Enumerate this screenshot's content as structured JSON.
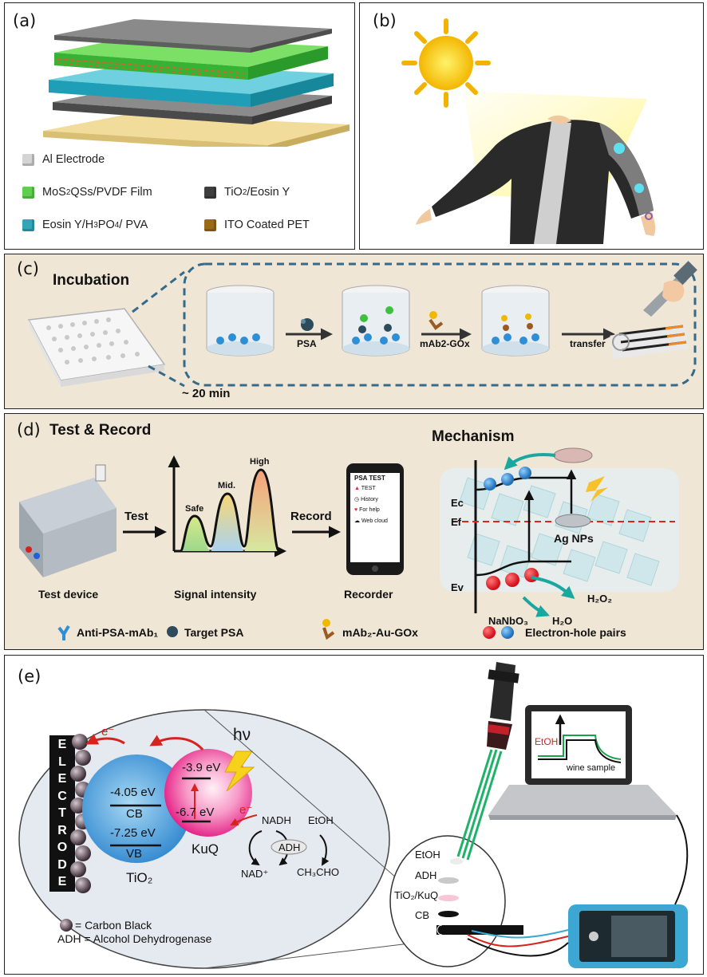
{
  "panels": {
    "a": {
      "label": "(a)"
    },
    "b": {
      "label": "(b)"
    },
    "c": {
      "label": "(c)"
    },
    "d": {
      "label": "(d)"
    },
    "e": {
      "label": "(e)"
    }
  },
  "panel_a": {
    "legend": [
      {
        "pre": "Al Electrode",
        "sub": "",
        "post": "",
        "sub2": "",
        "post2": "",
        "sub3": "",
        "post3": "",
        "color": "#d4d4d4"
      },
      {
        "pre": "MoS",
        "sub": "2",
        "post": " QSs/PVDF Film",
        "sub2": "",
        "post2": "",
        "sub3": "",
        "post3": "",
        "color": "#5fd04c"
      },
      {
        "pre": "TiO",
        "sub": "2",
        "post": "/Eosin Y",
        "sub2": "",
        "post2": "",
        "sub3": "",
        "post3": "",
        "color": "#3e3e3e"
      },
      {
        "pre": "Eosin Y/H",
        "sub": "3",
        "post": "PO",
        "sub2": "4",
        "post2": "/ PVA",
        "sub3": "",
        "post3": "",
        "color": "#2fa7b8"
      },
      {
        "pre": "ITO Coated PET",
        "sub": "",
        "post": "",
        "sub2": "",
        "post2": "",
        "sub3": "",
        "post3": "",
        "color": "#9a6a14"
      }
    ]
  },
  "panel_c": {
    "title": "Incubation",
    "time": "~ 20 min",
    "steps": [
      "PSA",
      "mAb2-GOx",
      "transfer"
    ]
  },
  "panel_d": {
    "title": "Test & Record",
    "mechanism_title": "Mechanism",
    "test_arrow": "Test",
    "record_arrow": "Record",
    "device_label": "Test device",
    "signal_label": "Signal intensity",
    "recorder_label": "Recorder",
    "peaks": [
      "Safe",
      "Mid.",
      "High"
    ],
    "phone": {
      "title": "PSA TEST",
      "items": [
        "TEST",
        "History",
        "For help",
        "Web cloud"
      ]
    },
    "mech": {
      "ec": "Ec",
      "ef": "Ef",
      "ev": "Ev",
      "ag": "Ag NPs",
      "h2o2": "H₂O₂",
      "h2o": "H₂O",
      "material": "NaNbO₃"
    },
    "legend": [
      "Anti-PSA-mAb₁",
      "Target PSA",
      "mAb₂-Au-GOx",
      "Electron-hole pairs"
    ]
  },
  "panel_e": {
    "electrode": [
      "E",
      "L",
      "E",
      "C",
      "T",
      "R",
      "O",
      "D",
      "E"
    ],
    "tio2_cb": "-4.05 eV",
    "cb": "CB",
    "tio2_vb": "-7.25 eV",
    "vb": "VB",
    "tio2": "TiO₂",
    "kuq_top": "-3.9 eV",
    "kuq_bottom": "-6.7 eV",
    "kuq": "KuQ",
    "hv": "hν",
    "electron": "e⁻",
    "nadh": "NADH",
    "nad": "NAD⁺",
    "adh": "ADH",
    "etoh": "EtOH",
    "ch3cho": "CH₃CHO",
    "legend_cb": "= Carbon Black",
    "legend_adh": "ADH = Alcohol Dehydrogenase",
    "layers": [
      "EtOH",
      "ADH",
      "TiO₂/KuQ",
      "CB"
    ],
    "screen_etoh": "EtOH",
    "screen_caption": "wine sample"
  },
  "colors": {
    "tan_bg": "#efe6d6",
    "tio2_blue": "#3f9ad8",
    "kuq_pink": "#ee3f9d",
    "arrow_red": "#d8231d",
    "dashed_blue": "#356b8a"
  }
}
